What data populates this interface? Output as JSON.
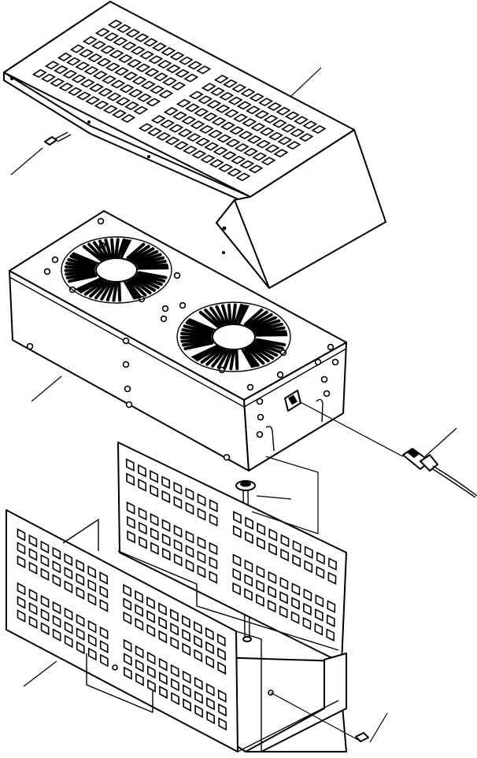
{
  "diagram": {
    "type": "exploded-assembly-drawing",
    "callout_labels": [],
    "components": [
      "perforated-top-cover",
      "cover-screw",
      "fan-unit-housing",
      "cooling-fan-left",
      "cooling-fan-right",
      "connector-plug-with-cable",
      "grommet-bolt",
      "perforated-mounting-bracket",
      "bracket-screw"
    ],
    "colors": {
      "line": "#000000",
      "background": "#ffffff"
    }
  }
}
